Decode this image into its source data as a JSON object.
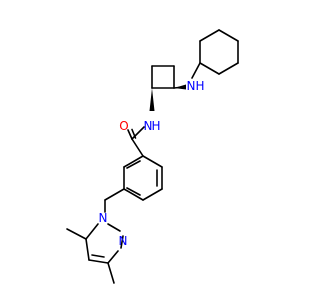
{
  "molecule": {
    "atom_labels": {
      "amine_nh": "N",
      "amine_h": "H",
      "amide_nh": "N",
      "amide_h": "H",
      "carbonyl_o": "O",
      "pyrazole_n1": "N",
      "pyrazole_n2": "N"
    },
    "colors": {
      "bond": "#000000",
      "oxygen": "#ff0000",
      "nitrogen": "#0000ff",
      "carbon": "#000000"
    }
  }
}
